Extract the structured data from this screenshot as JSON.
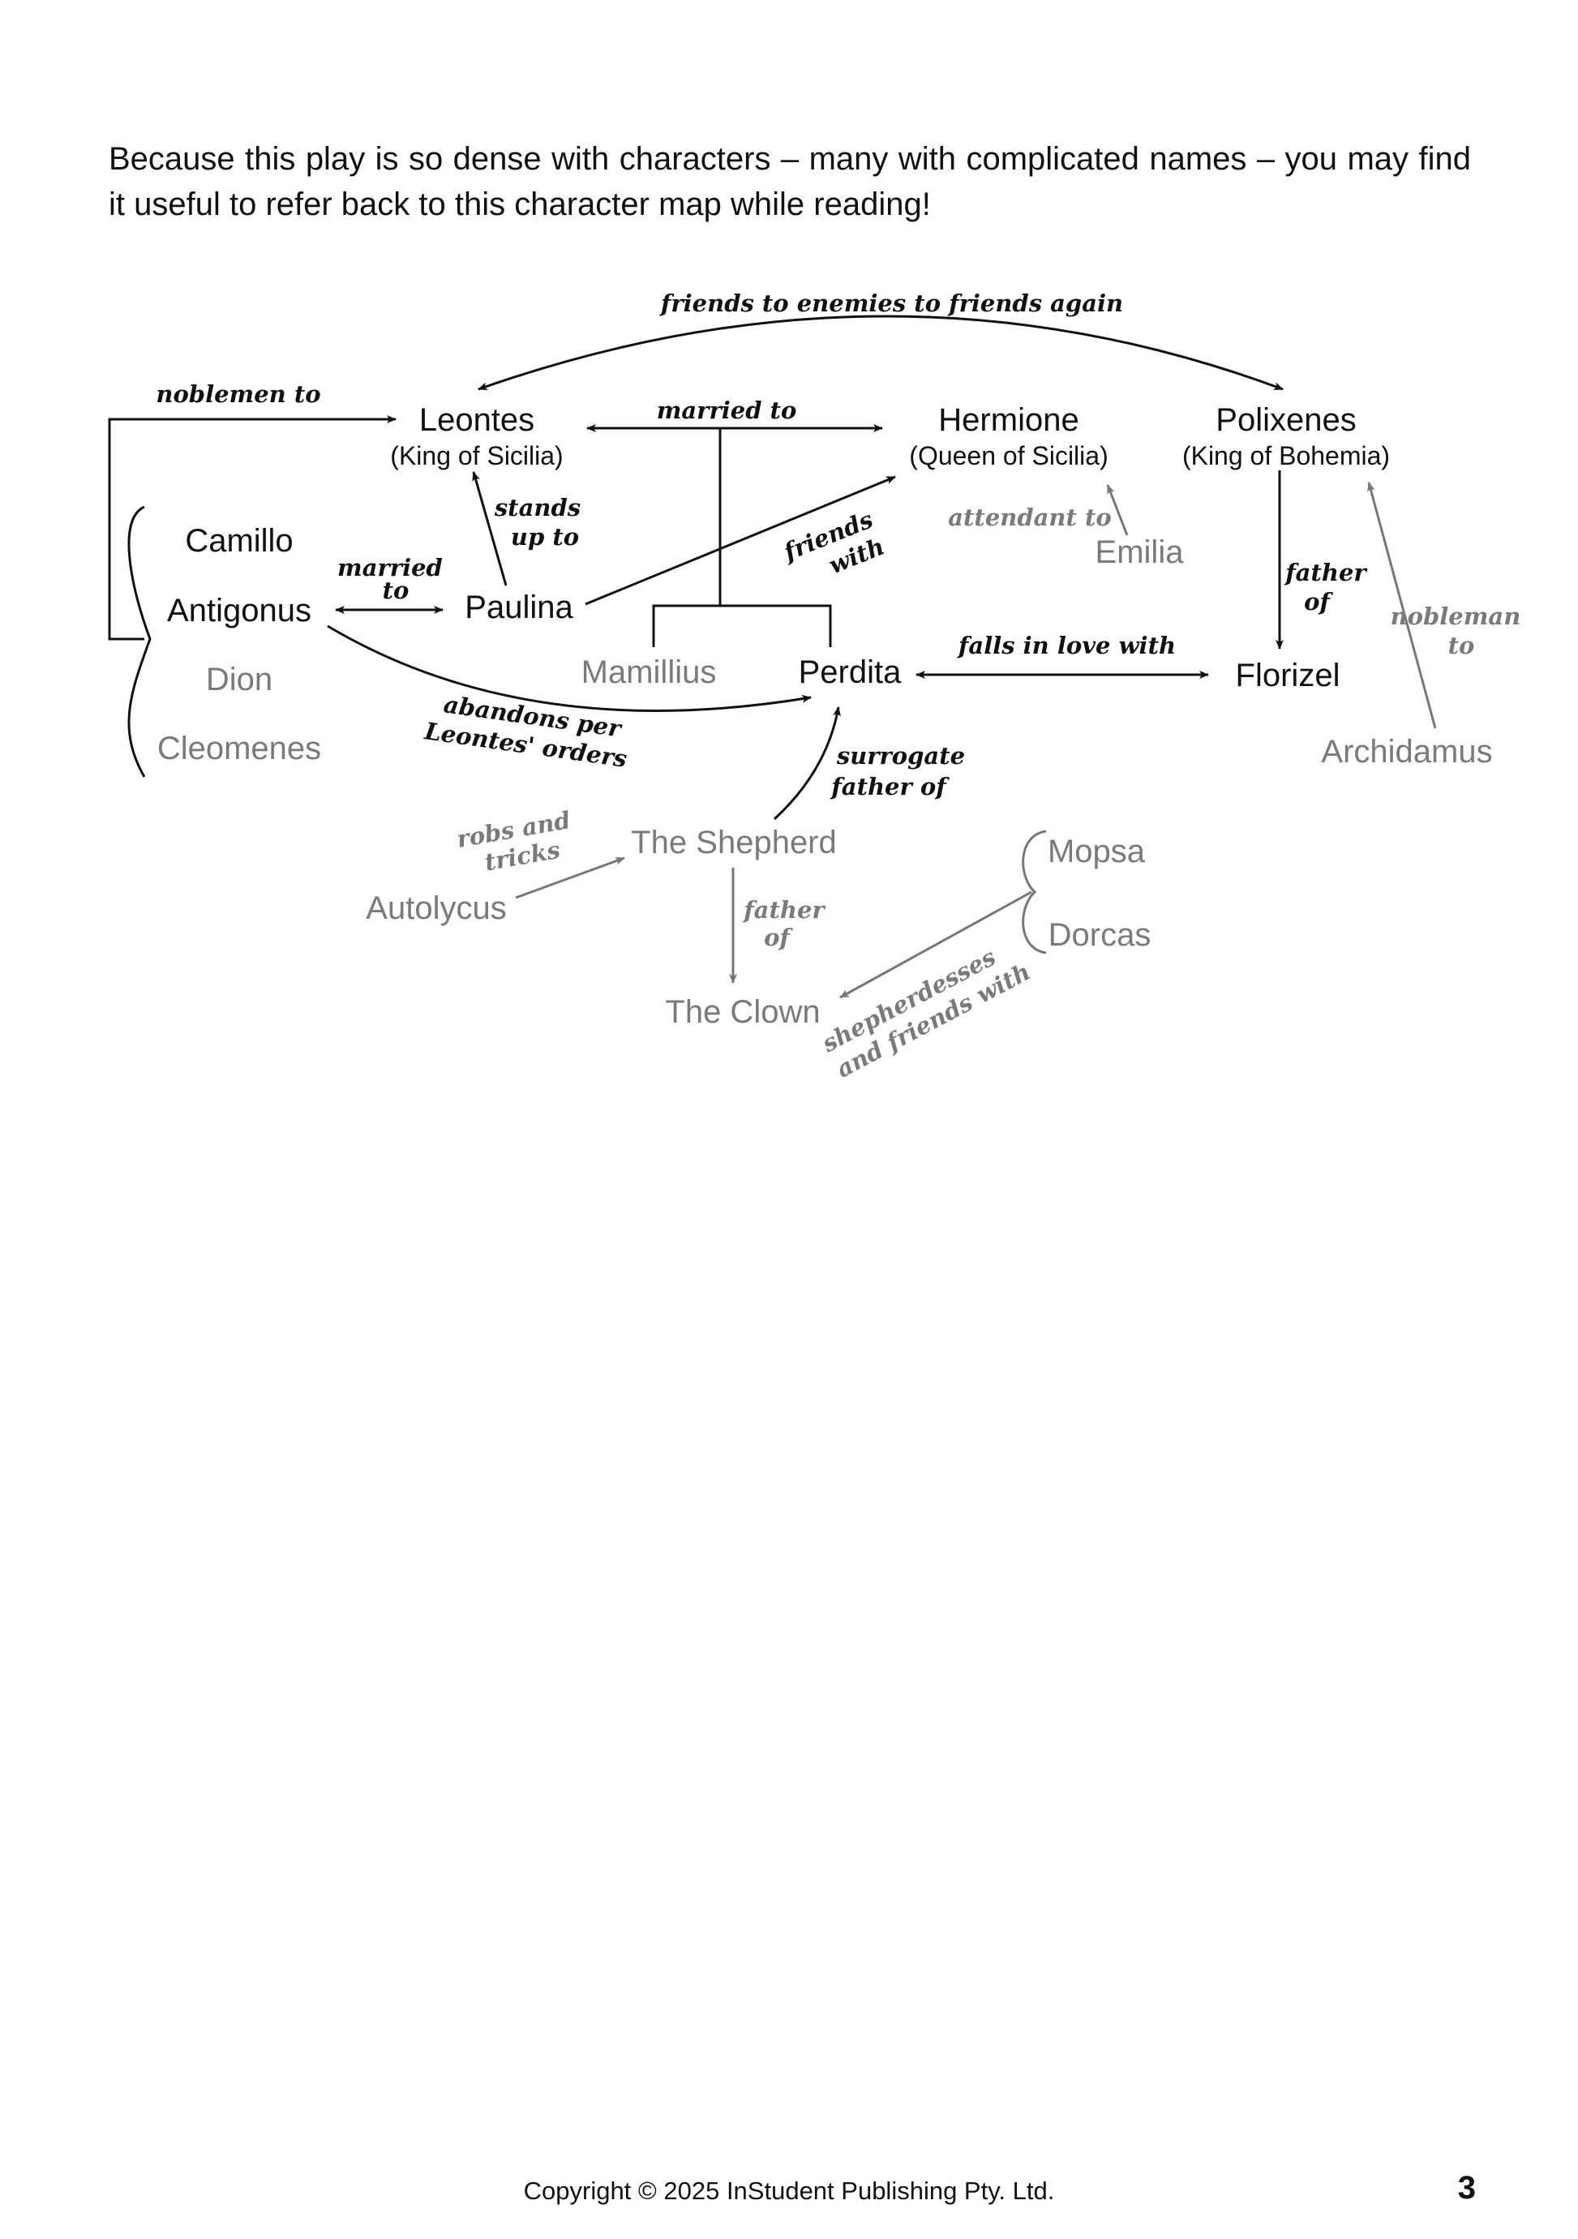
{
  "intro_text": "Because this play is so dense with characters – many with complicated names – you may find it useful to refer back to this character map while reading!",
  "characters": {
    "leontes": {
      "name": "Leontes",
      "title": "(King of Sicilia)"
    },
    "hermione": {
      "name": "Hermione",
      "title": "(Queen of Sicilia)"
    },
    "polixenes": {
      "name": "Polixenes",
      "title": "(King of Bohemia)"
    },
    "camillo": "Camillo",
    "antigonus": "Antigonus",
    "dion": "Dion",
    "cleomenes": "Cleomenes",
    "paulina": "Paulina",
    "mamillius": "Mamillius",
    "perdita": "Perdita",
    "florizel": "Florizel",
    "emilia": "Emilia",
    "archidamus": "Archidamus",
    "shepherd": "The Shepherd",
    "autolycus": "Autolycus",
    "clown": "The Clown",
    "mopsa": "Mopsa",
    "dorcas": "Dorcas"
  },
  "relations": {
    "friends_enemies": "friends to enemies to friends again",
    "noblemen_to": "noblemen to",
    "married_to_king": "married to",
    "stands_up_to": [
      "stands",
      "up to"
    ],
    "friends_with": [
      "friends",
      "with"
    ],
    "attendant_to": "attendant to",
    "father_of_florizel": [
      "father",
      "of"
    ],
    "nobleman_to": [
      "nobleman",
      "to"
    ],
    "married_to_paulina": [
      "married",
      "to"
    ],
    "falls_in_love": "falls in love with",
    "abandons": [
      "abandons per",
      "Leontes' orders"
    ],
    "surrogate": [
      "surrogate",
      "father of"
    ],
    "robs_tricks": [
      "robs and",
      "tricks"
    ],
    "father_of_clown": [
      "father",
      "of"
    ],
    "shepherdesses": [
      "shepherdesses",
      "and friends with"
    ]
  },
  "colors": {
    "primary": "#111111",
    "secondary": "#7a7a7a"
  },
  "footer": {
    "copyright": "Copyright © 2025 InStudent Publishing Pty. Ltd.",
    "page_number": "3"
  }
}
